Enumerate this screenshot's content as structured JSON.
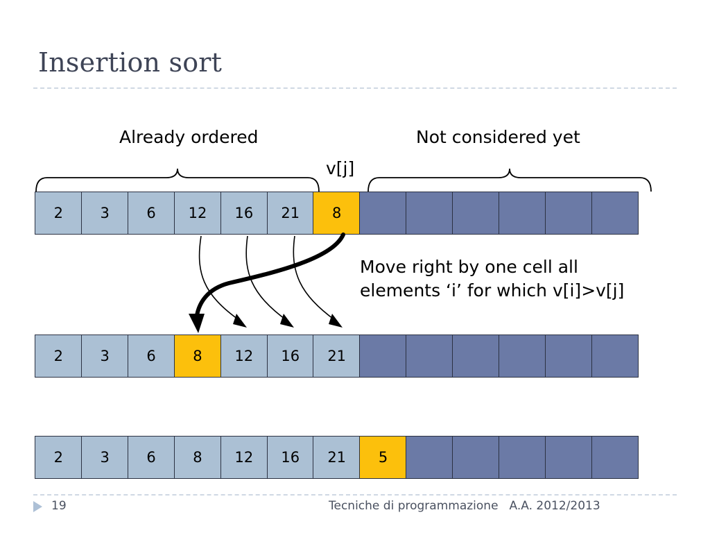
{
  "slide": {
    "title": "Insertion sort",
    "number": "19",
    "footer_course": "Tecniche di programmazione",
    "footer_year": "A.A. 2012/2013"
  },
  "labels": {
    "already_ordered": "Already ordered",
    "not_considered_yet": "Not considered yet",
    "current_element": "v[j]"
  },
  "note": {
    "line1": "Move right by one cell all",
    "line2": "elements ‘i’ for which v[i]>v[j]"
  },
  "colors": {
    "sorted_cell": "#abc0d4",
    "current_cell": "#fcc00c",
    "unknown_cell": "#6b7aa6",
    "cell_border": "#2b3142",
    "title_text": "#3e4456",
    "rule": "#cfd8e3",
    "footer_triangle": "#adc0d6"
  },
  "arrays": [
    {
      "id": "row-1",
      "cells": [
        {
          "value": "2",
          "state": "sorted"
        },
        {
          "value": "3",
          "state": "sorted"
        },
        {
          "value": "6",
          "state": "sorted"
        },
        {
          "value": "12",
          "state": "sorted"
        },
        {
          "value": "16",
          "state": "sorted"
        },
        {
          "value": "21",
          "state": "sorted"
        },
        {
          "value": "8",
          "state": "current"
        },
        {
          "value": "",
          "state": "unknown"
        },
        {
          "value": "",
          "state": "unknown"
        },
        {
          "value": "",
          "state": "unknown"
        },
        {
          "value": "",
          "state": "unknown"
        },
        {
          "value": "",
          "state": "unknown"
        },
        {
          "value": "",
          "state": "unknown"
        }
      ]
    },
    {
      "id": "row-2",
      "cells": [
        {
          "value": "2",
          "state": "sorted"
        },
        {
          "value": "3",
          "state": "sorted"
        },
        {
          "value": "6",
          "state": "sorted"
        },
        {
          "value": "8",
          "state": "current"
        },
        {
          "value": "12",
          "state": "sorted"
        },
        {
          "value": "16",
          "state": "sorted"
        },
        {
          "value": "21",
          "state": "sorted"
        },
        {
          "value": "",
          "state": "unknown"
        },
        {
          "value": "",
          "state": "unknown"
        },
        {
          "value": "",
          "state": "unknown"
        },
        {
          "value": "",
          "state": "unknown"
        },
        {
          "value": "",
          "state": "unknown"
        },
        {
          "value": "",
          "state": "unknown"
        }
      ]
    },
    {
      "id": "row-3",
      "cells": [
        {
          "value": "2",
          "state": "sorted"
        },
        {
          "value": "3",
          "state": "sorted"
        },
        {
          "value": "6",
          "state": "sorted"
        },
        {
          "value": "8",
          "state": "sorted"
        },
        {
          "value": "12",
          "state": "sorted"
        },
        {
          "value": "16",
          "state": "sorted"
        },
        {
          "value": "21",
          "state": "sorted"
        },
        {
          "value": "5",
          "state": "current"
        },
        {
          "value": "",
          "state": "unknown"
        },
        {
          "value": "",
          "state": "unknown"
        },
        {
          "value": "",
          "state": "unknown"
        },
        {
          "value": "",
          "state": "unknown"
        },
        {
          "value": "",
          "state": "unknown"
        }
      ]
    }
  ]
}
